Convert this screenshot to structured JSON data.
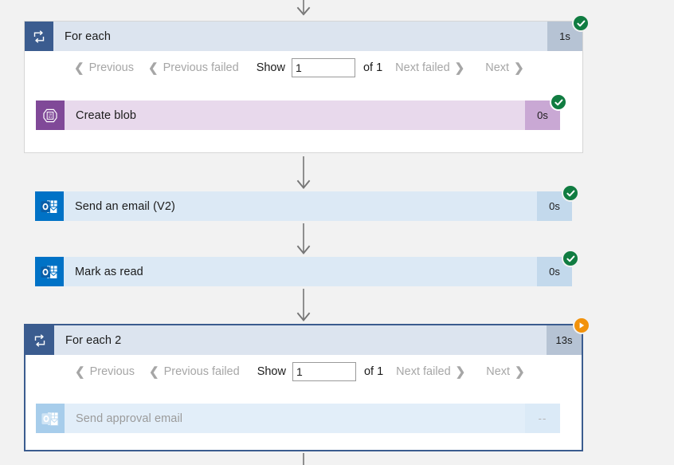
{
  "theme": {
    "background": "#f2f2f2",
    "scope_header_bg": "#dce4ef",
    "scope_icon_bg": "#3b5c8f",
    "scope_duration_bg": "#b6c3d4",
    "blob_bg": "#e8d9ec",
    "blob_icon_bg": "#804998",
    "outlook_bg": "#dce9f5",
    "outlook_icon_bg": "#0072c6",
    "skipped_bg": "#e2eef9",
    "success_badge": "#107c41",
    "running_badge": "#f2920b",
    "selected_border": "#3b5c8f"
  },
  "pager": {
    "previous_label": "Previous",
    "previous_failed_label": "Previous failed",
    "show_label": "Show",
    "page_value": "1",
    "page_placeholder": "",
    "of_label": "of 1",
    "next_failed_label": "Next failed",
    "next_label": "Next",
    "prev_chevron": "❮",
    "next_chevron": "❯"
  },
  "flow": {
    "scopes": [
      {
        "name": "for-each-1",
        "title": "For each",
        "duration": "1s",
        "status": "succeeded",
        "icon": "loop-icon",
        "selected": false,
        "actions": [
          {
            "name": "create-blob",
            "title": "Create blob",
            "duration": "0s",
            "status": "succeeded",
            "icon": "azure-blob-icon",
            "style": "blob"
          }
        ]
      },
      {
        "name": "for-each-2",
        "title": "For each 2",
        "duration": "13s",
        "status": "running",
        "icon": "loop-icon",
        "selected": true,
        "actions": [
          {
            "name": "send-approval-email",
            "title": "Send approval email",
            "duration": "--",
            "status": "pending",
            "icon": "outlook-icon",
            "style": "skipped"
          }
        ]
      }
    ],
    "standalone_actions": [
      {
        "name": "send-an-email-v2",
        "title": "Send an email (V2)",
        "duration": "0s",
        "status": "succeeded",
        "icon": "outlook-icon",
        "style": "outlook"
      },
      {
        "name": "mark-as-read",
        "title": "Mark as read",
        "duration": "0s",
        "status": "succeeded",
        "icon": "outlook-icon",
        "style": "outlook"
      }
    ],
    "connectors": [
      {
        "name": "connector-top"
      },
      {
        "name": "connector-foreach1-to-email"
      },
      {
        "name": "connector-email-to-markread"
      },
      {
        "name": "connector-markread-to-foreach2"
      },
      {
        "name": "connector-bottom"
      }
    ]
  }
}
